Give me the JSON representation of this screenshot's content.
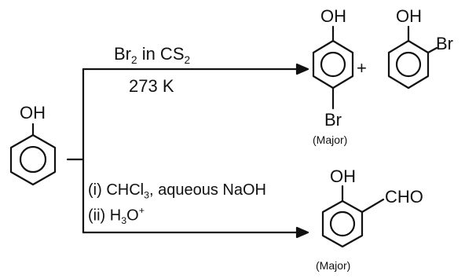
{
  "phenol": {
    "oh_label": "OH"
  },
  "upper_reaction": {
    "reagent_prefix": "Br",
    "reagent_prefix_sub": "2",
    "reagent_mid": " in CS",
    "reagent_mid_sub": "2",
    "condition": "273 K",
    "product_para": {
      "oh_label": "OH",
      "substituent": "Br",
      "note": "(Major)"
    },
    "plus_sign": "+",
    "product_ortho": {
      "oh_label": "OH",
      "substituent": "Br"
    }
  },
  "lower_reaction": {
    "step1_prefix": "(i) CHCl",
    "step1_sub": "3",
    "step1_suffix": ", aqueous NaOH",
    "step2_prefix": "(ii) H",
    "step2_sub": "3",
    "step2_mid": "O",
    "step2_sup": "+",
    "product": {
      "oh_label": "OH",
      "substituent": "CHO",
      "note": "(Major)"
    }
  },
  "colors": {
    "ink": "#111111",
    "background": "#ffffff"
  }
}
